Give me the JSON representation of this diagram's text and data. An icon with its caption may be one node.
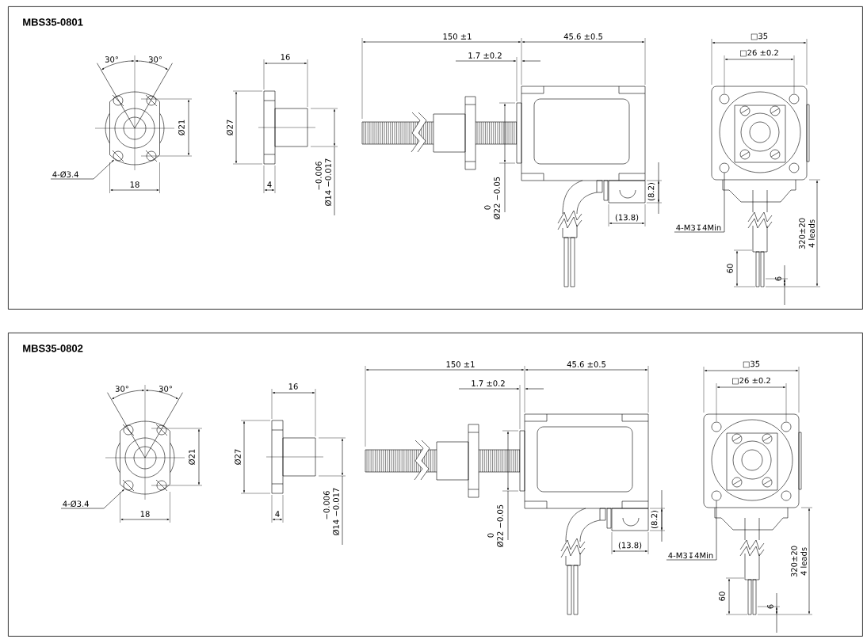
{
  "diagram": {
    "nodes": [
      {
        "text": [
          "MBS35-0801"
        ]
      },
      {
        "text": [
          "4-Ø3.4"
        ],
        "in": 0
      },
      {
        "text": [],
        "shape": "circle",
        "in": 0
      },
      {
        "text": [],
        "shape": "circle",
        "in": 0
      },
      {
        "text": [
          "4-M3↧4Min"
        ],
        "in": 0
      },
      {
        "text": [
          "MBS35-0802"
        ]
      },
      {
        "text": [
          "4-Ø3.4"
        ],
        "in": 5
      },
      {
        "text": [],
        "shape": "circle",
        "in": 5
      },
      {
        "text": [],
        "shape": "circle",
        "in": 5
      },
      {
        "text": [
          "4-M3↧4Min"
        ],
        "in": 5
      }
    ],
    "edges": [
      {
        "from": 1,
        "to": 2,
        "arrow": "to"
      },
      {
        "from": 4,
        "to": 3,
        "arrow": "none"
      },
      {
        "from": 6,
        "to": 7,
        "arrow": "to"
      },
      {
        "from": 9,
        "to": 8,
        "arrow": "none"
      }
    ],
    "labels": [
      "30°",
      "30°",
      "16",
      "Ø21",
      "Ø27",
      "18",
      "4",
      "−0.006",
      "Ø14 −0.017",
      "150 ±1",
      "45.6 ±0.5",
      "1.7 ±0.2",
      "0",
      "Ø22 −0.05",
      "(8.2)",
      "(13.8)",
      "□35",
      "□26 ±0.2",
      "320±20",
      "4 leads",
      "60",
      "6",
      "30°",
      "30°",
      "16",
      "Ø21",
      "Ø27",
      "18",
      "4",
      "−0.006",
      "Ø14 −0.017",
      "150 ±1",
      "45.6 ±0.5",
      "1.7 ±0.2",
      "0",
      "Ø22 −0.05",
      "(8.2)",
      "(13.8)",
      "□35",
      "□26 ±0.2",
      "320±20",
      "4 leads",
      "60",
      "6"
    ]
  }
}
